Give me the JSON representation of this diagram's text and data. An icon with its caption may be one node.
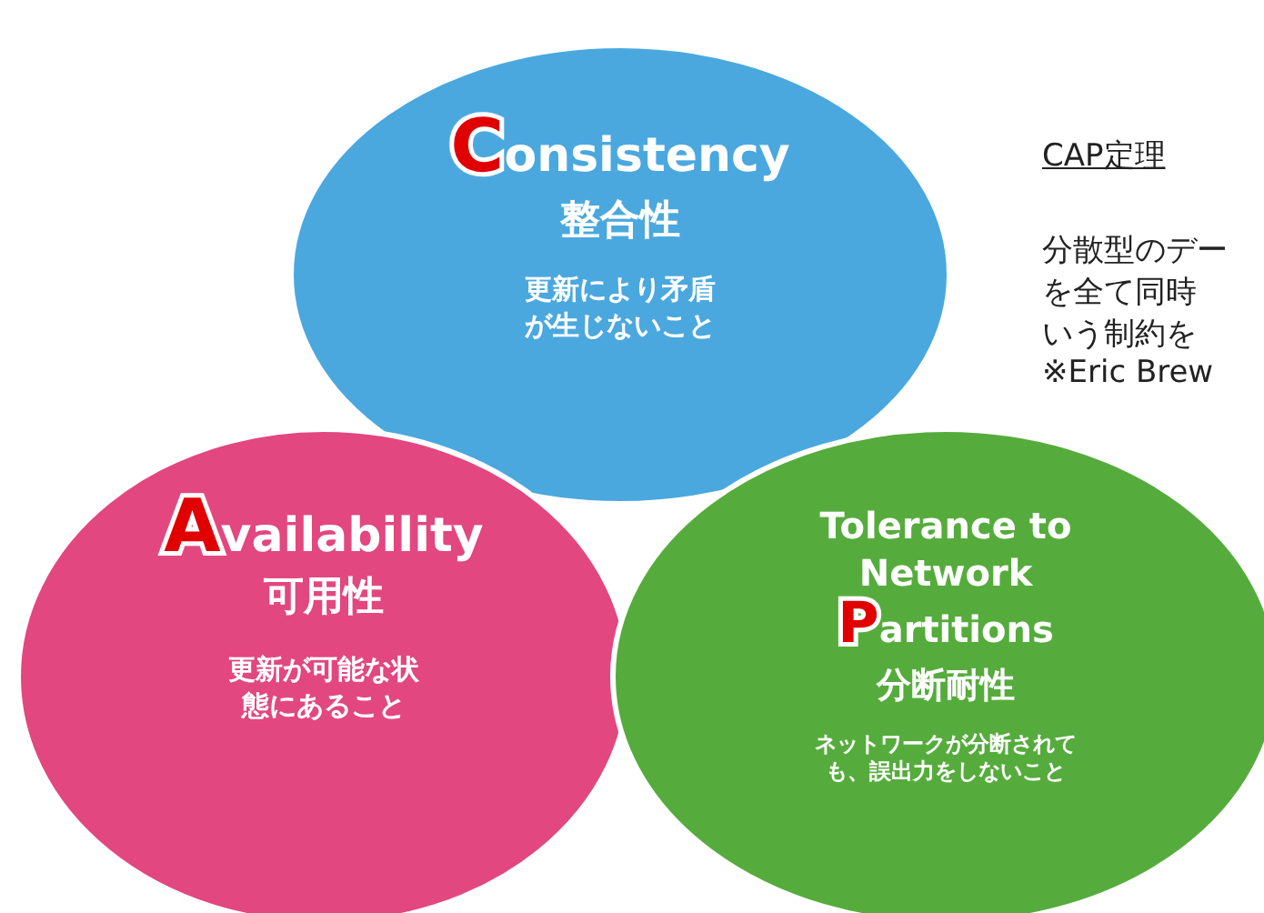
{
  "diagram": {
    "nodes": [
      {
        "text": [
          "Consistency",
          "整合性",
          "更新により矛盾が生じないこと"
        ]
      },
      {
        "text": [
          "Availability",
          "可用性",
          "更新が可能な状態にあること"
        ]
      },
      {
        "text": [
          "Tolerance to Network Partitions",
          "分断耐性",
          "ネットワークが分断されても、誤出力をしないこと"
        ]
      }
    ],
    "labels": [
      "CAP定理",
      "分散型のデー",
      "を全て同時",
      "いう制約を",
      "※Eric Brew"
    ]
  }
}
